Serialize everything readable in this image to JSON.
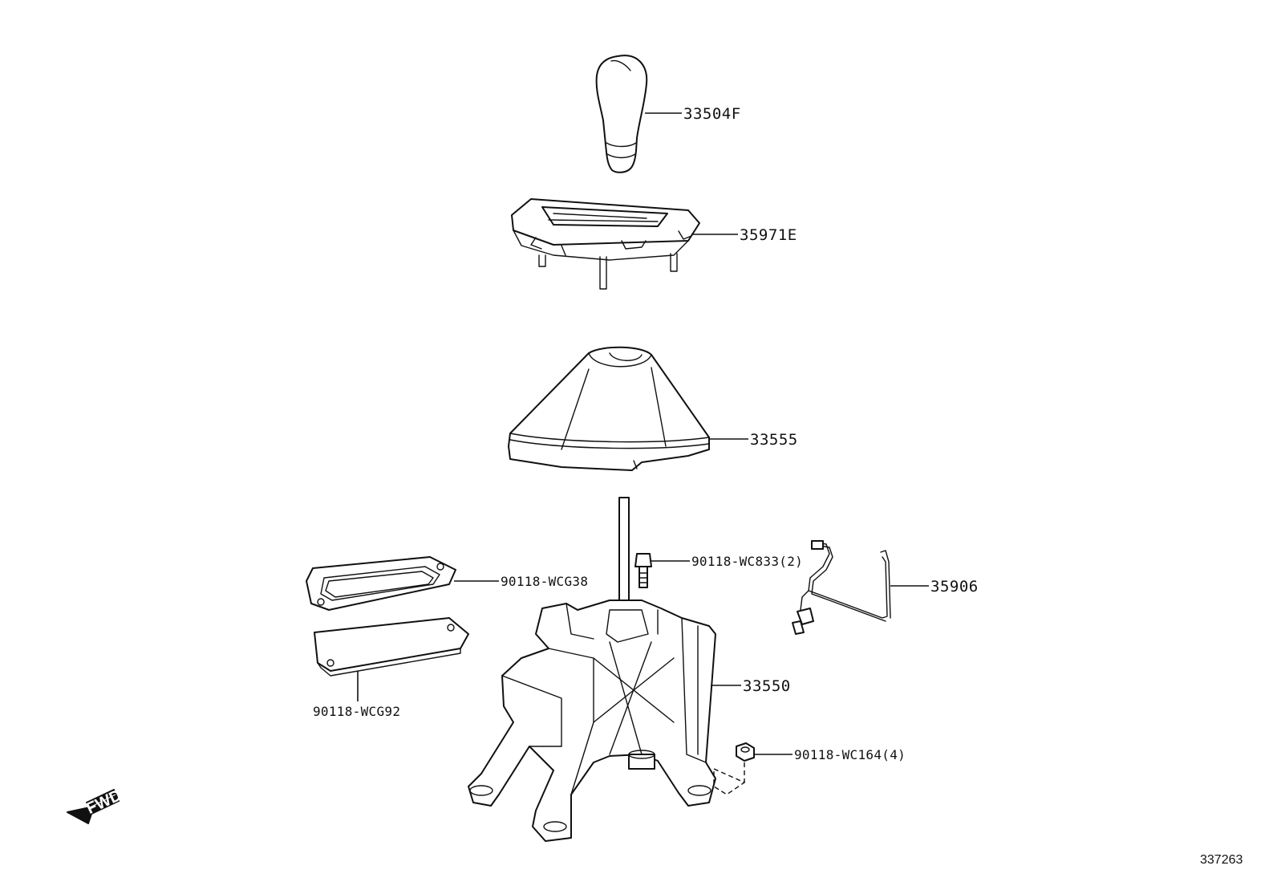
{
  "diagram": {
    "illustration_id": "337263",
    "fwd_arrow_label": "FWD",
    "callouts": {
      "shift_knob": "33504F",
      "indicator_housing": "35971E",
      "boot": "33555",
      "shift_lever_assy": "33550",
      "wire_harness": "35906",
      "bolt": "90118-WC833(2)",
      "gasket": "90118-WCG38",
      "plate": "90118-WCG92",
      "nut": "90118-WC164(4)"
    }
  }
}
